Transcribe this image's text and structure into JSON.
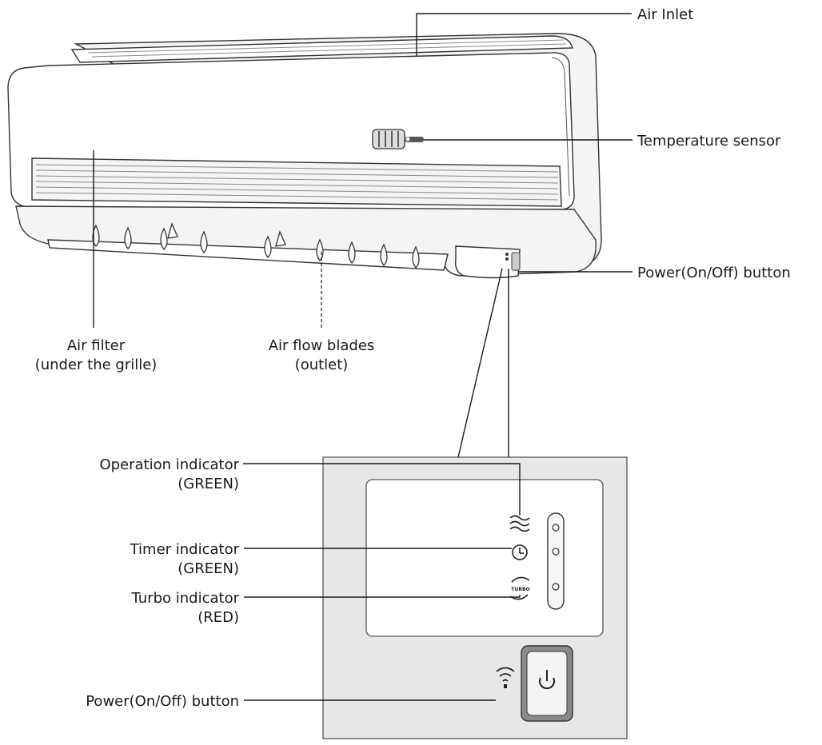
{
  "labels": {
    "air_inlet": "Air Inlet",
    "temperature_sensor": "Temperature sensor",
    "power_button_top": "Power(On/Off) button",
    "air_filter_line1": "Air filter",
    "air_filter_line2": "(under the grille)",
    "air_flow_blades_line1": "Air flow blades",
    "air_flow_blades_line2": "(outlet)",
    "operation_indicator_line1": "Operation indicator",
    "operation_indicator_line2": "(GREEN)",
    "timer_indicator_line1": "Timer indicator",
    "timer_indicator_line2": "(GREEN)",
    "turbo_indicator_line1": "Turbo indicator",
    "turbo_indicator_line2": "(RED)",
    "power_button_panel": "Power(On/Off) button",
    "turbo_icon_text": "TURBO"
  },
  "icons": {
    "operation": "wave-icon",
    "timer": "clock-icon",
    "turbo": "turbo-arrows-icon",
    "wifi": "wifi-icon",
    "power": "power-icon"
  }
}
